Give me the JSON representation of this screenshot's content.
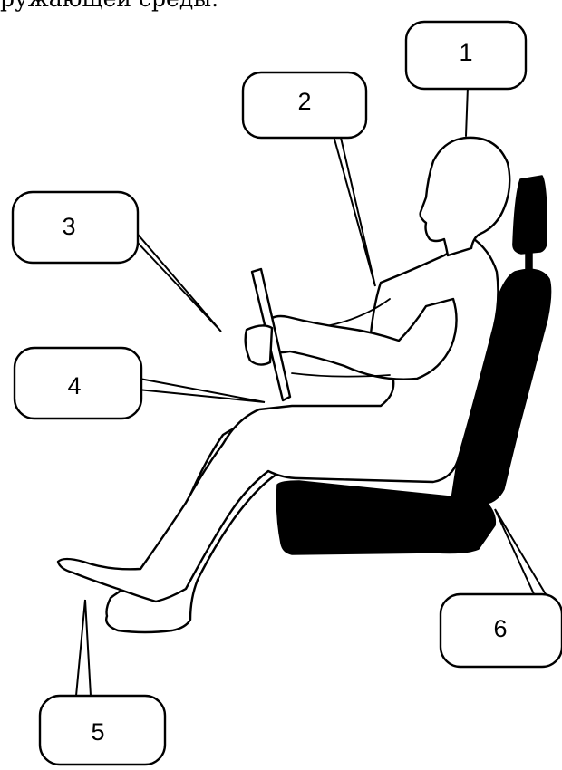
{
  "caption_fragment": "ружающей среды.",
  "callouts": [
    {
      "id": "1",
      "label": "1"
    },
    {
      "id": "2",
      "label": "2"
    },
    {
      "id": "3",
      "label": "3"
    },
    {
      "id": "4",
      "label": "4"
    },
    {
      "id": "5",
      "label": "5"
    },
    {
      "id": "6",
      "label": "6"
    }
  ],
  "colors": {
    "ink": "#000000",
    "paper": "#ffffff"
  },
  "figure_subject": "seated driver in car seat with steering wheel"
}
